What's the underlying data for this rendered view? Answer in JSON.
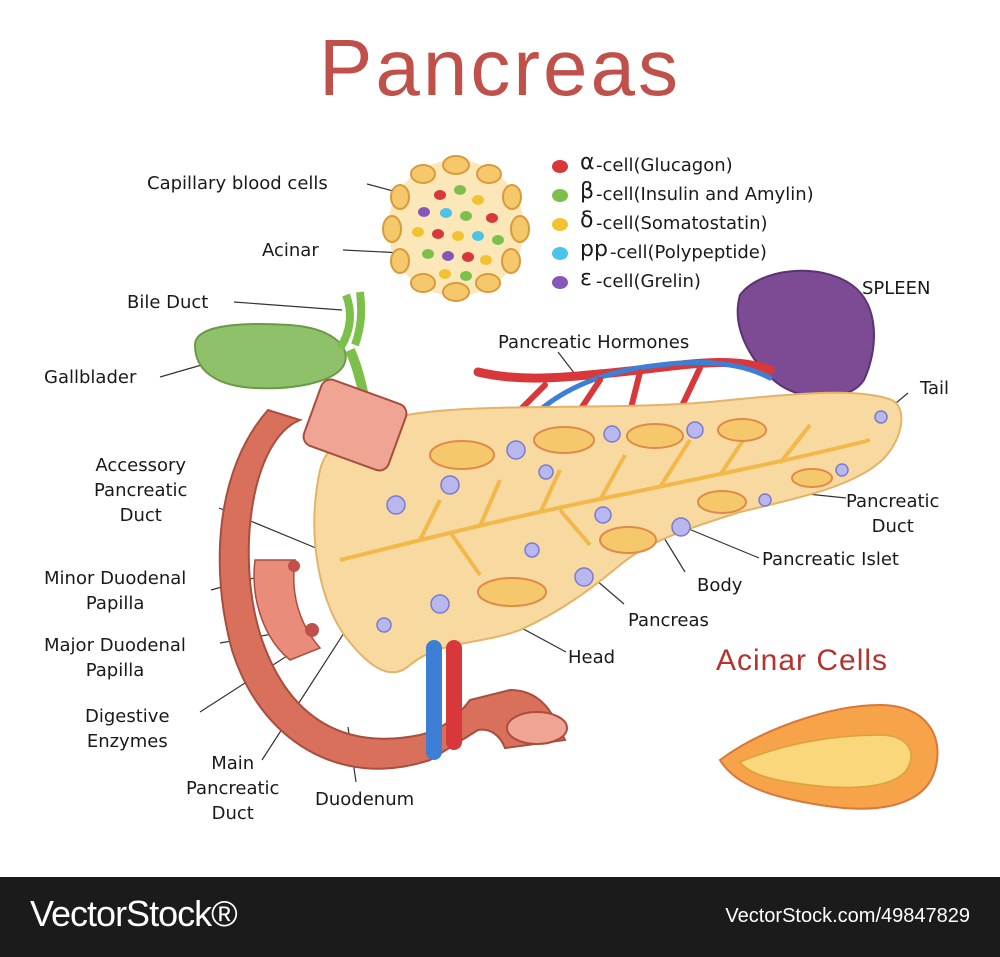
{
  "title": "Pancreas",
  "legend": [
    {
      "greek": "α",
      "text": "-cell(Glucagon)",
      "color": "#d9383a",
      "icon": "red-cell-icon"
    },
    {
      "greek": "β",
      "text": "-cell(Insulin and Amylin)",
      "color": "#7cbf4a",
      "icon": "green-cell-icon"
    },
    {
      "greek": "δ",
      "text": "-cell(Somatostatin)",
      "color": "#f2c230",
      "icon": "yellow-cell-icon"
    },
    {
      "greek": "pp",
      "text": "-cell(Polypeptide)",
      "color": "#4cc3e8",
      "icon": "blue-cell-icon"
    },
    {
      "greek": "ε",
      "text": "-cell(Grelin)",
      "color": "#8657b8",
      "icon": "purple-cell-icon"
    }
  ],
  "labels": {
    "capillary_blood_cells": "Capillary blood cells",
    "acinar": "Acinar",
    "bile_duct": "Bile Duct",
    "gallbladder": "Gallblader",
    "accessory_duct": "Accessory\nPancreatic\nDuct",
    "minor_papilla": "Minor Duodenal\nPapilla",
    "major_papilla": "Major Duodenal\nPapilla",
    "digestive_enzymes": "Digestive\nEnzymes",
    "main_duct": "Main\nPancreatic\nDuct",
    "duodenum": "Duodenum",
    "head": "Head",
    "pancreas": "Pancreas",
    "body": "Body",
    "pancreatic_islet": "Pancreatic Islet",
    "pancreatic_duct": "Pancreatic\nDuct",
    "tail": "Tail",
    "spleen": "SPLEEN",
    "pancreatic_hormones": "Pancreatic Hormones"
  },
  "acinar_cells_title": "Acinar Cells",
  "footer": {
    "brand": "VectorStock®",
    "image_id": "VectorStock.com/49847829"
  },
  "colors": {
    "title": "#c0504a",
    "pancreas": "#f8d9a0",
    "duodenum": "#d9705c",
    "spleen": "#7d4b94",
    "gallbladder": "#8fc16a",
    "artery": "#d9383a",
    "vein": "#3d7fd6"
  }
}
